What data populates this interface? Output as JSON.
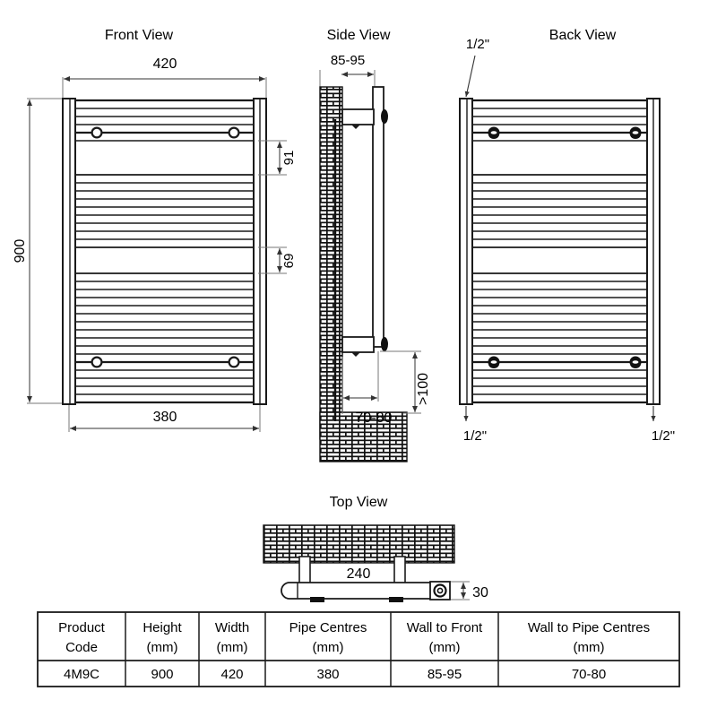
{
  "drawing": {
    "views": [
      {
        "key": "front",
        "title": "Front View"
      },
      {
        "key": "side",
        "title": "Side View"
      },
      {
        "key": "back",
        "title": "Back View"
      },
      {
        "key": "top",
        "title": "Top View"
      }
    ],
    "dimensions": {
      "front_width_overall": "420",
      "front_height_overall": "900",
      "front_pipe_centres": "380",
      "front_bracket_gap_upper": "91",
      "front_bracket_gap_lower": "69",
      "side_wall_to_front": "85-95",
      "side_wall_to_pipe_centres": "70-80",
      "side_floor_clearance": ">100",
      "back_inlet_top_left": "1/2\"",
      "back_inlet_bottom_left": "1/2\"",
      "back_inlet_bottom_right": "1/2\"",
      "top_bracket_centres": "240",
      "top_depth": "30"
    }
  },
  "spec_table": {
    "headers": [
      {
        "line1": "Product",
        "line2": "Code"
      },
      {
        "line1": "Height",
        "line2": "(mm)"
      },
      {
        "line1": "Width",
        "line2": "(mm)"
      },
      {
        "line1": "Pipe Centres",
        "line2": "(mm)"
      },
      {
        "line1": "Wall to Front",
        "line2": "(mm)"
      },
      {
        "line1": "Wall to Pipe Centres",
        "line2": "(mm)"
      }
    ],
    "rows": [
      {
        "product_code": "4M9C",
        "height": "900",
        "width": "420",
        "pipe_centres": "380",
        "wall_to_front": "85-95",
        "wall_to_pipe_centres": "70-80"
      }
    ]
  },
  "style": {
    "line": "#1a1a1a",
    "dim_line": "#555555",
    "fill": "#ffffff",
    "brick": "#111111",
    "valve": "#111111"
  }
}
